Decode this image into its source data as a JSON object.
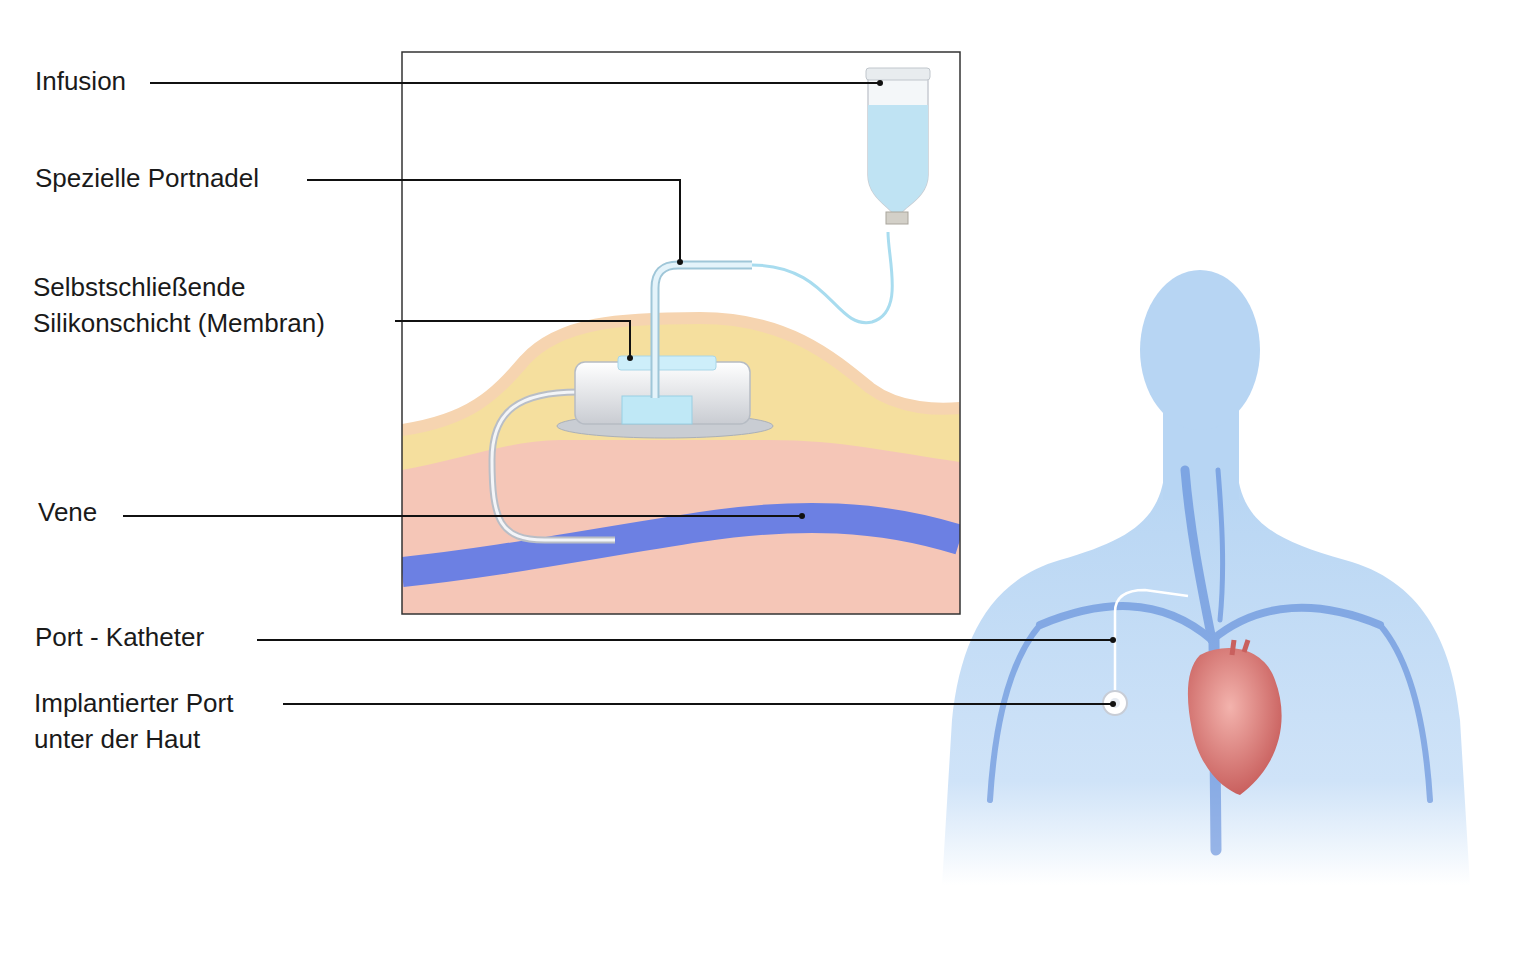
{
  "diagram": {
    "labels": [
      "Infusion",
      "Spezielle Portnadel",
      "Selbstschließende Silikonschicht (Membran)",
      "Vene",
      "Port - Katheter",
      "Implantierter Port unter der Haut"
    ]
  }
}
